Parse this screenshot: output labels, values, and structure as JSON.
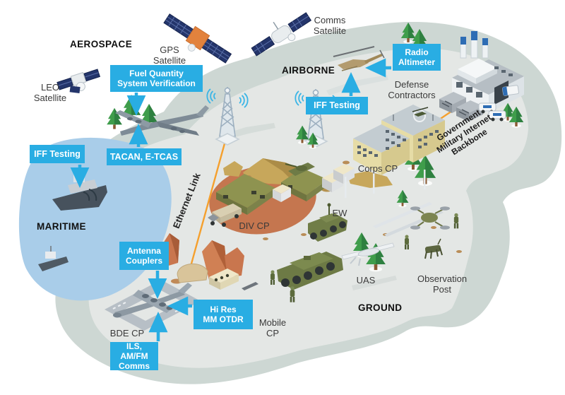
{
  "regions": {
    "aerospace": "AEROSPACE",
    "airborne": "AIRBORNE",
    "maritime": "MARITIME",
    "ground": "GROUND"
  },
  "callouts": {
    "fuel_quantity": "Fuel Quantity\nSystem Verification",
    "tacan": "TACAN, E-TCAS",
    "iff_maritime": "IFF Testing",
    "iff_airborne": "IFF Testing",
    "radio_altimeter": "Radio\nAltimeter",
    "antenna_couplers": "Antenna\nCouplers",
    "hi_res_mm_otdr": "Hi Res\nMM OTDR",
    "ils_amfm": "ILS, AM/FM\nComms"
  },
  "labels": {
    "gps_satellite": "GPS\nSatellite",
    "comms_satellite": "Comms\nSatellite",
    "leo_satellite": "LEO\nSatellite",
    "defense_contractors": "Defense\nContractors",
    "corps_cp": "Corps CP",
    "div_cp": "DIV CP",
    "ew": "EW",
    "uas": "UAS",
    "observation_post": "Observation\nPost",
    "mobile_cp": "Mobile\nCP",
    "bde_cp": "BDE CP",
    "ethernet_link": "Ethernet Link",
    "gov_backbone": "Government\nMilitary Internet\nBackbone"
  },
  "colors": {
    "callout_cyan": "#29ade3",
    "link_orange": "#f5a02d",
    "water_blue": "#a9cde9",
    "land_outer": "#cdd7d3",
    "land_inner": "#e4e7e5",
    "dirt_patch": "#c5764f",
    "tree_green": "#3f9d4b",
    "text_dark": "#101010"
  },
  "scene_objects": [
    "gps-satellite",
    "comms-satellite",
    "leo-satellite",
    "cargo-plane-flying",
    "helicopter",
    "navy-ship",
    "patrol-boat",
    "radio-tower",
    "div-cp-tents",
    "corps-cp-building",
    "defense-contractors-factory",
    "server-containers",
    "ew-vehicle",
    "apc-mobile-cp",
    "uas-drone",
    "quadcopter-drone",
    "robot-dog",
    "soldiers",
    "bde-cp-plane-runway",
    "ethernet-link-line",
    "backbone-link-line"
  ]
}
